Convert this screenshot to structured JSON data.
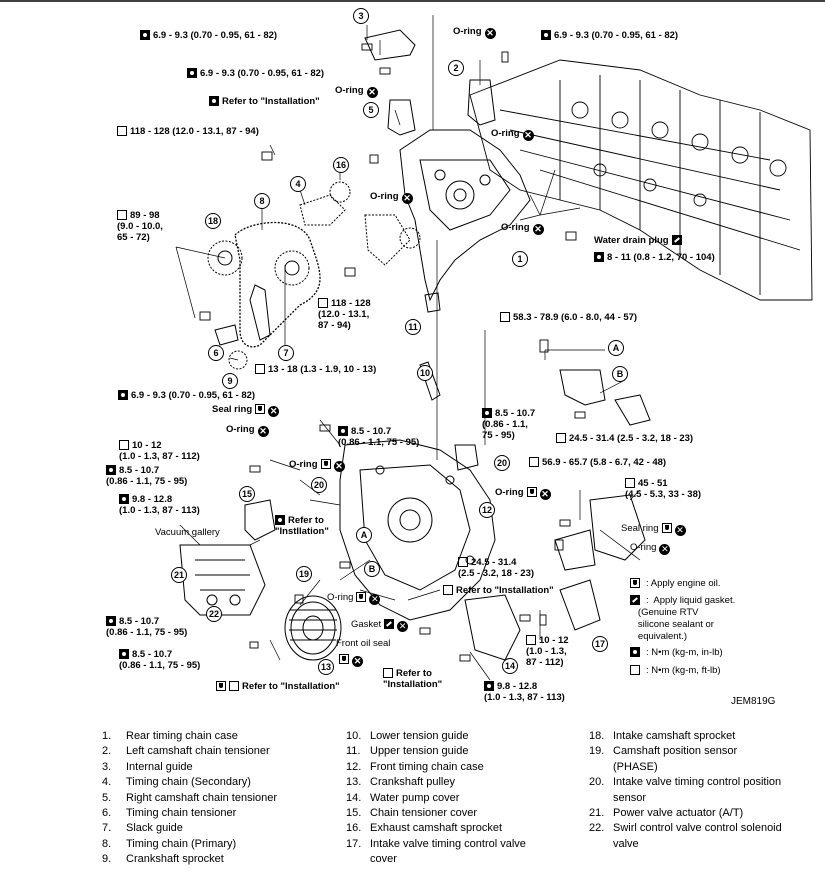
{
  "torque_labels": {
    "t_top_left": "6.9 - 9.3 (0.70 - 0.95, 61 - 82)",
    "t_second": "6.9 - 9.3 (0.70 - 0.95, 61 - 82)",
    "t_top_right": "6.9 - 9.3 (0.70 - 0.95, 61 - 82)",
    "refer_inst_1": "Refer to \"Installation\"",
    "t_118_left": "118 - 128 (12.0 - 13.1, 87 - 94)",
    "t_89": "89 - 98\n(9.0 - 10.0,\n65 - 72)",
    "t_118_mid": "118 - 128\n(12.0 - 13.1,\n87 - 94)",
    "t_13_18": "13 - 18 (1.3 - 1.9, 10 - 13)",
    "t_69_mid": "6.9 - 9.3 (0.70 - 0.95, 61 - 82)",
    "t_58": "58.3 - 78.9 (6.0 - 8.0, 44 - 57)",
    "t_8_11": "8 - 11 (0.8 - 1.2, 70 - 104)",
    "water_drain": "Water drain plug",
    "seal_ring_left": "Seal ring",
    "oring_left": "O-ring",
    "t_10_12_left": "10 - 12\n(1.0 - 1.3, 87 - 112)",
    "t_85_left": "8.5 - 10.7\n(0.86 - 1.1, 75 - 95)",
    "t_98_left": "9.8 - 12.8\n(1.0 - 1.3, 87 - 113)",
    "t_85_center": "8.5 - 10.7\n(0.86 - 1.1, 75 - 95)",
    "oring_center": "O-ring",
    "t_85_right": "8.5 - 10.7\n(0.86 - 1.1,\n75 - 95)",
    "t_245_right": "24.5 - 31.4 (2.5 - 3.2, 18 - 23)",
    "t_569": "56.9 - 65.7 (5.8 - 6.7, 42 - 48)",
    "t_45": "45 - 51\n(4.5 - 5.3, 33 - 38)",
    "oring_right_mid": "O-ring",
    "refer_instllation": "Refer to\n\"Instllation\"",
    "vacuum_gallery": "Vacuum gallery",
    "seal_ring_right": "Seal ring",
    "oring_right": "O-ring",
    "t_245_center": "24.5 - 31.4\n(2.5 - 3.2, 18 - 23)",
    "refer_inst_center": "Refer to \"Installation\"",
    "oring_bottom": "O-ring",
    "gasket": "Gasket",
    "front_oil_seal": "Front oil seal",
    "t_85_bl1": "8.5 - 10.7\n(0.86 - 1.1, 75 - 95)",
    "t_85_bl2": "8.5 - 10.7\n(0.86 - 1.1, 75 - 95)",
    "refer_inst_bottom": "Refer to \"Installation\"",
    "refer_inst_bottom2": "Refer to\n\"Installation\"",
    "t_10_12_bottom": "10 - 12\n(1.0 - 1.3,\n87 - 112)",
    "t_98_bottom": "9.8 - 12.8\n(1.0 - 1.3, 87 - 113)",
    "oring_top_a": "O-ring",
    "oring_top_b": "O-ring",
    "oring_top_c": "O-ring",
    "oring_top_d": "O-ring",
    "oring_top_e": "O-ring"
  },
  "legend": {
    "engine_oil": ":  Apply engine oil.",
    "liquid_gasket": ":  Apply liquid gasket.\n   (Genuine RTV\n   silicone sealant or\n   equivalent.)",
    "nm_in_lb": ":  N•m (kg-m, in-lb)",
    "nm_ft_lb": ":  N•m (kg-m, ft-lb)"
  },
  "figure_code": "JEM819G",
  "callout_letters": [
    "A",
    "B",
    "A",
    "B"
  ],
  "callout_numbers": [
    "1",
    "2",
    "3",
    "4",
    "5",
    "6",
    "7",
    "8",
    "9",
    "10",
    "11",
    "12",
    "13",
    "14",
    "15",
    "16",
    "17",
    "18",
    "19",
    "20",
    "21",
    "22"
  ],
  "parts_list": [
    {
      "n": "1.",
      "t": "Rear timing chain case"
    },
    {
      "n": "2.",
      "t": "Left camshaft chain tensioner"
    },
    {
      "n": "3.",
      "t": "Internal guide"
    },
    {
      "n": "4.",
      "t": "Timing chain (Secondary)"
    },
    {
      "n": "5.",
      "t": "Right camshaft chain tensioner"
    },
    {
      "n": "6.",
      "t": "Timing chain tensioner"
    },
    {
      "n": "7.",
      "t": "Slack guide"
    },
    {
      "n": "8.",
      "t": "Timing chain (Primary)"
    },
    {
      "n": "9.",
      "t": "Crankshaft sprocket"
    },
    {
      "n": "10.",
      "t": "Lower tension guide"
    },
    {
      "n": "11.",
      "t": "Upper tension guide"
    },
    {
      "n": "12.",
      "t": "Front timing chain case"
    },
    {
      "n": "13.",
      "t": "Crankshaft pulley"
    },
    {
      "n": "14.",
      "t": "Water pump cover"
    },
    {
      "n": "15.",
      "t": "Chain tensioner cover"
    },
    {
      "n": "16.",
      "t": "Exhaust camshaft sprocket"
    },
    {
      "n": "17.",
      "t": "Intake valve timing control valve\ncover"
    },
    {
      "n": "18.",
      "t": "Intake camshaft sprocket"
    },
    {
      "n": "19.",
      "t": "Camshaft position sensor\n(PHASE)"
    },
    {
      "n": "20.",
      "t": "Intake valve timing control position\nsensor"
    },
    {
      "n": "21.",
      "t": "Power valve actuator (A/T)"
    },
    {
      "n": "22.",
      "t": "Swirl control valve control solenoid\nvalve"
    }
  ]
}
